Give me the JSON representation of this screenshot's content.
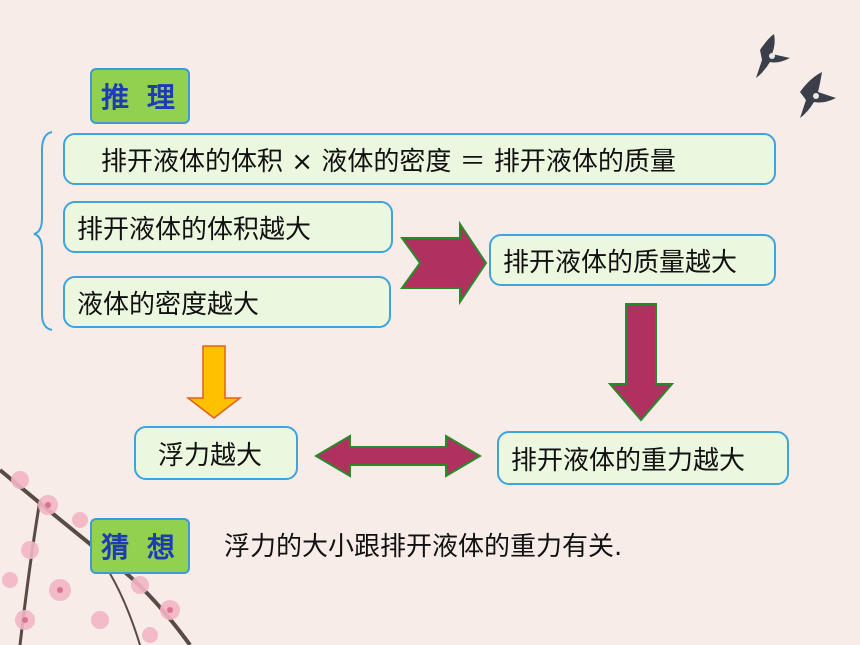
{
  "labels": {
    "reasoning": "推 理",
    "guess": "猜 想"
  },
  "boxes": {
    "formula": "排开液体的体积 × 液体的密度 ＝ 排开液体的质量",
    "volume_larger": "排开液体的体积越大",
    "density_larger": "液体的密度越大",
    "mass_larger": "排开液体的质量越大",
    "buoyancy_larger": "浮力越大",
    "weight_larger": "排开液体的重力越大"
  },
  "conjecture": "浮力的大小跟排开液体的重力有关.",
  "colors": {
    "arrow_red": "#b03060",
    "arrow_yellow": "#ffc000",
    "box_fill": "#ecf7df",
    "box_border": "#3fa3dc",
    "label_fill": "#92d050",
    "label_text": "#1f3bb3"
  }
}
